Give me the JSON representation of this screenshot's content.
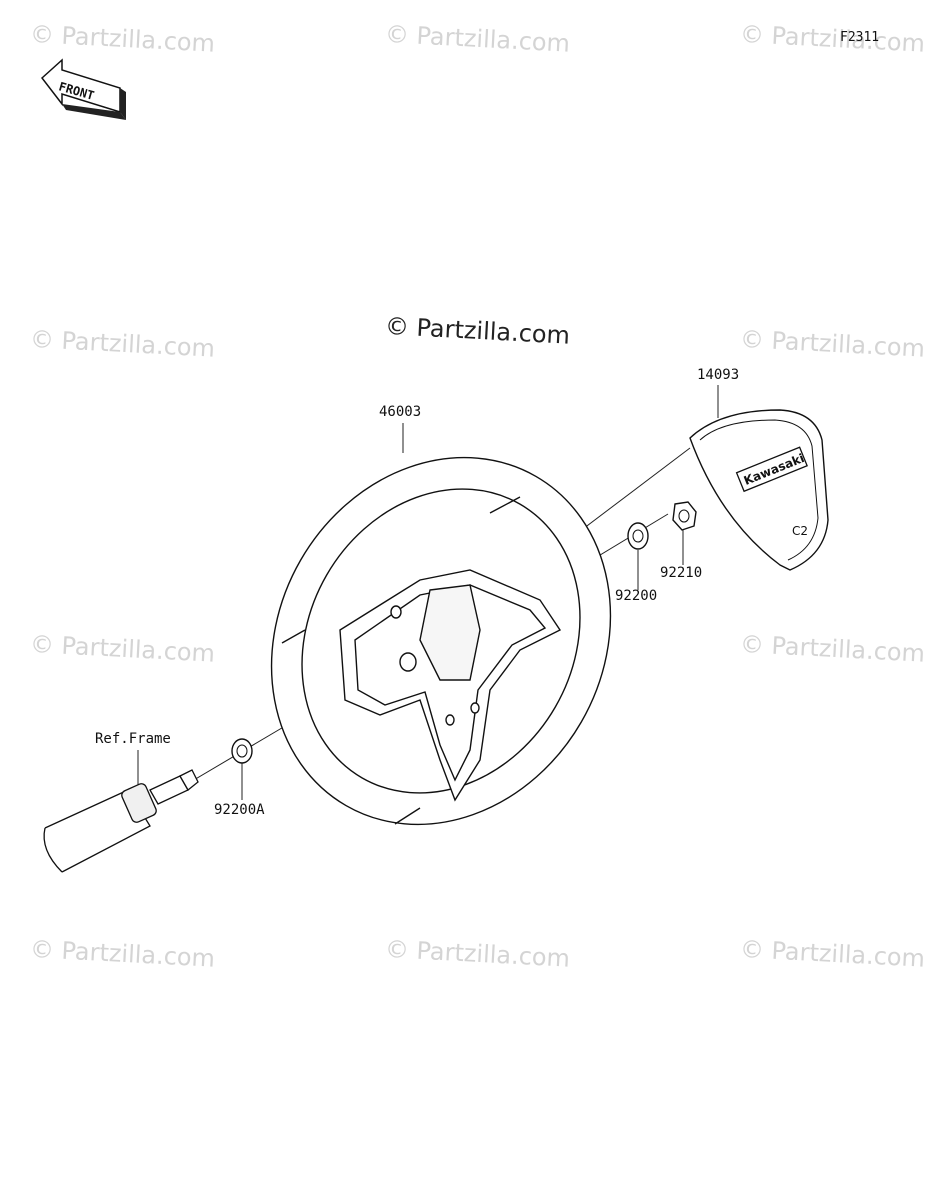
{
  "figure_code": "F2311",
  "front_label": "FRONT",
  "watermark": "© Partzilla.com",
  "watermark_center": "© Partzilla.com",
  "brand_badge": "Kawasaki",
  "parts": {
    "steering_wheel": "46003",
    "pad": "14093",
    "nut": "92210",
    "washer": "92200",
    "washer_a": "92200A",
    "ref_frame": "Ref.Frame"
  }
}
